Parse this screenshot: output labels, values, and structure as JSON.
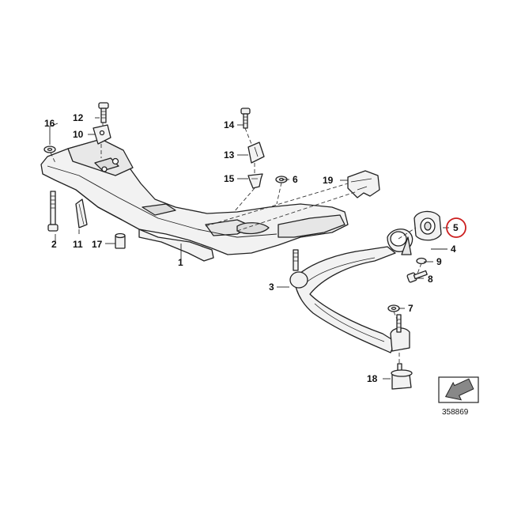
{
  "diagram": {
    "reference_number": "358869",
    "highlight_color": "#cc1f1f",
    "line_color": "#222222",
    "fill_color": "#f2f2f2",
    "callouts": {
      "c1": "1",
      "c2": "2",
      "c3": "3",
      "c4": "4",
      "c5": "5",
      "c6": "6",
      "c7": "7",
      "c8": "8",
      "c9": "9",
      "c10": "10",
      "c11": "11",
      "c12": "12",
      "c13": "13",
      "c14": "14",
      "c15": "15",
      "c16": "16",
      "c17": "17",
      "c18": "18",
      "c19": "19"
    },
    "highlighted_callout": "5",
    "direction_icon": "arrow-down-left-icon"
  }
}
